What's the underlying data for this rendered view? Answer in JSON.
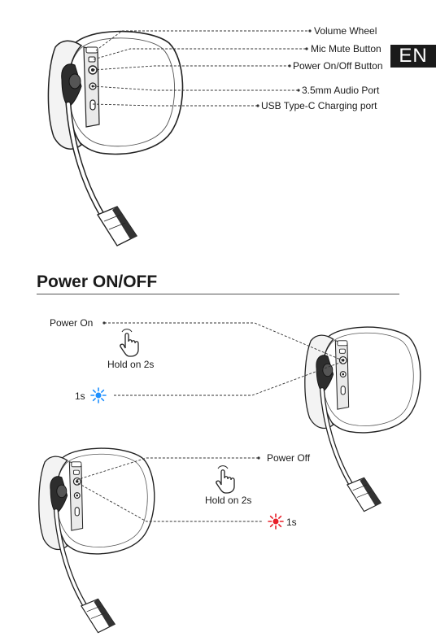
{
  "language_tab": "EN",
  "diagram_labels": {
    "volume_wheel": "Volume Wheel",
    "mic_mute": "Mic Mute Button",
    "power_button": "Power On/Off Button",
    "audio_port": "3.5mm Audio Port",
    "usb_port": "USB Type-C Charging port"
  },
  "section": {
    "title": "Power ON/OFF"
  },
  "power_on": {
    "label": "Power On",
    "instruction": "Hold on 2s",
    "indicator_time": "1s",
    "indicator_color": "#1e90ff"
  },
  "power_off": {
    "label": "Power Off",
    "instruction": "Hold on 2s",
    "indicator_time": "1s",
    "indicator_color": "#e8202a"
  },
  "icons": {
    "hand": "hand-press-icon",
    "light": "led-light-icon"
  }
}
